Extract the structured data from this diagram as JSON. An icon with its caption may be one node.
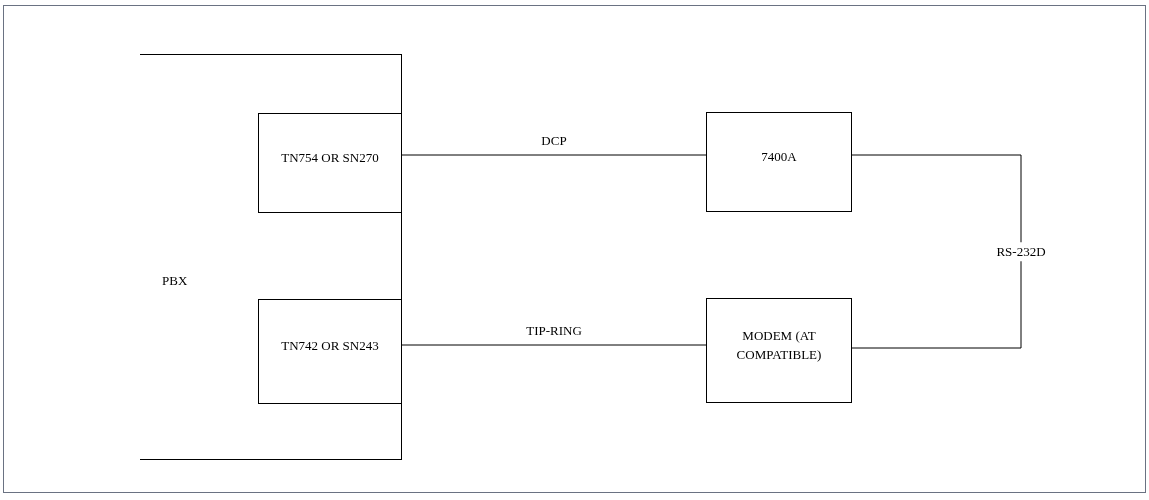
{
  "diagram": {
    "nodes": [
      {
        "text": [
          "PBX"
        ]
      },
      {
        "text": [
          "TN754 OR SN270"
        ],
        "in": 0
      },
      {
        "text": [
          "TN742 OR SN243"
        ],
        "in": 0
      },
      {
        "text": [
          "7400A"
        ]
      },
      {
        "text": [
          "MODEM (AT COMPATIBLE)"
        ]
      }
    ],
    "edges": [
      {
        "from": 1,
        "to": 3,
        "arrow": "none",
        "label": "DCP"
      },
      {
        "from": 2,
        "to": 4,
        "arrow": "none",
        "label": "TIP-RING"
      },
      {
        "from": 3,
        "to": 4,
        "arrow": "none",
        "label": "RS-232D"
      }
    ]
  }
}
